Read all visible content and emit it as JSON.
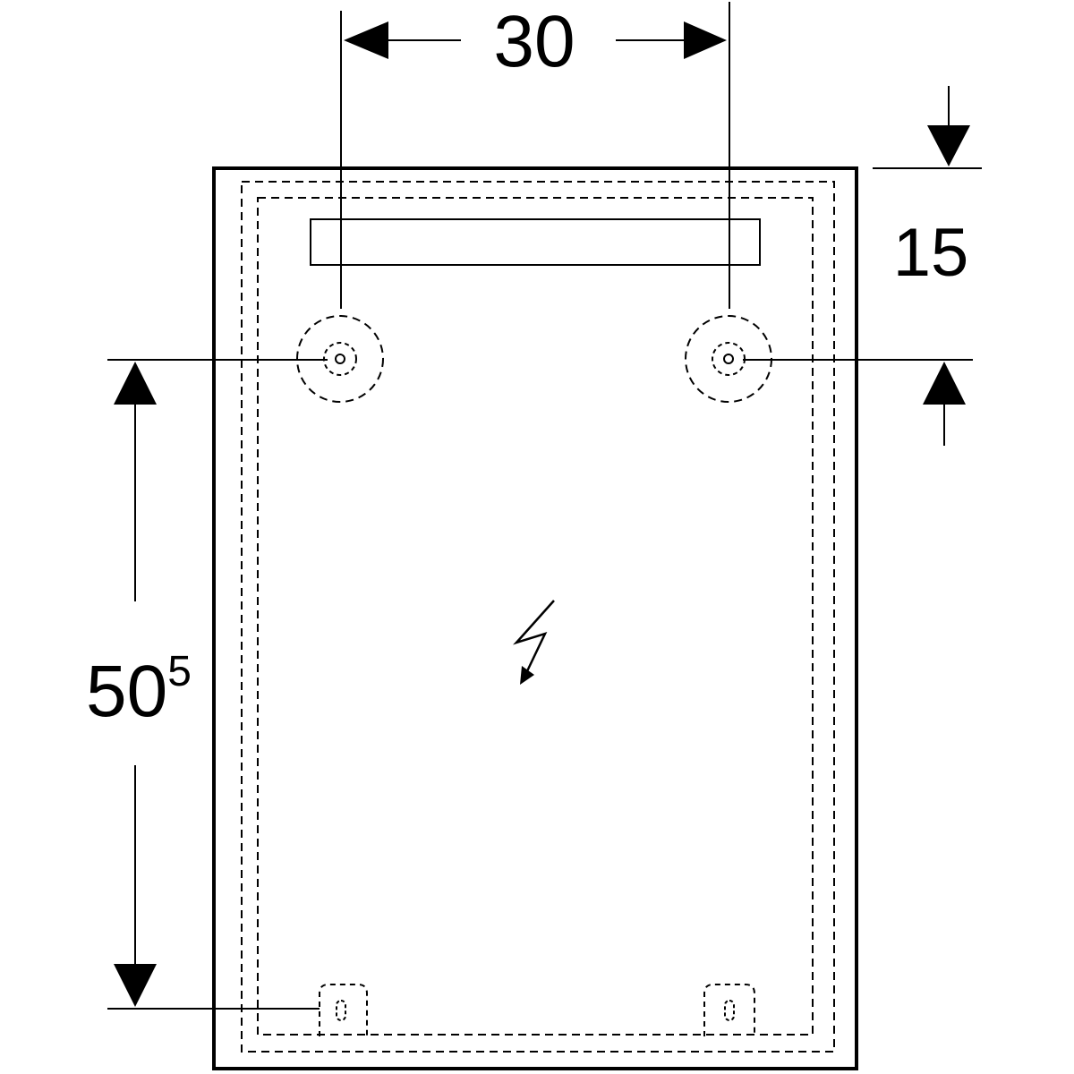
{
  "drawing": {
    "dimensions": {
      "top_width": "30",
      "top_offset": "15",
      "left_height_main": "50",
      "left_height_sup": "5"
    },
    "symbols": {
      "electrical": "lightning-bolt-icon"
    },
    "colors": {
      "line": "#000000",
      "background": "#ffffff"
    }
  }
}
